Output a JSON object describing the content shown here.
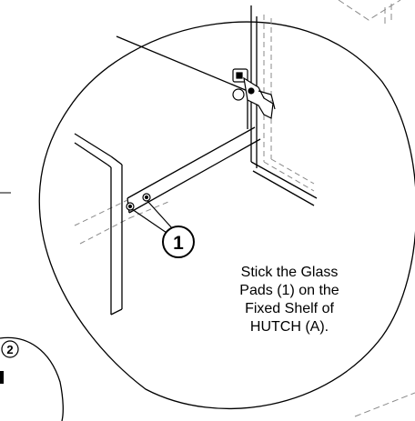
{
  "callout": {
    "label": "1"
  },
  "side_callout": {
    "label": "2"
  },
  "instruction": {
    "lines": [
      "Stick the Glass",
      "Pads (1) on the",
      "Fixed Shelf of",
      "HUTCH (A)."
    ]
  },
  "colors": {
    "line": "#000000",
    "hidden_line": "#8a8a8a",
    "background": "#ffffff"
  }
}
